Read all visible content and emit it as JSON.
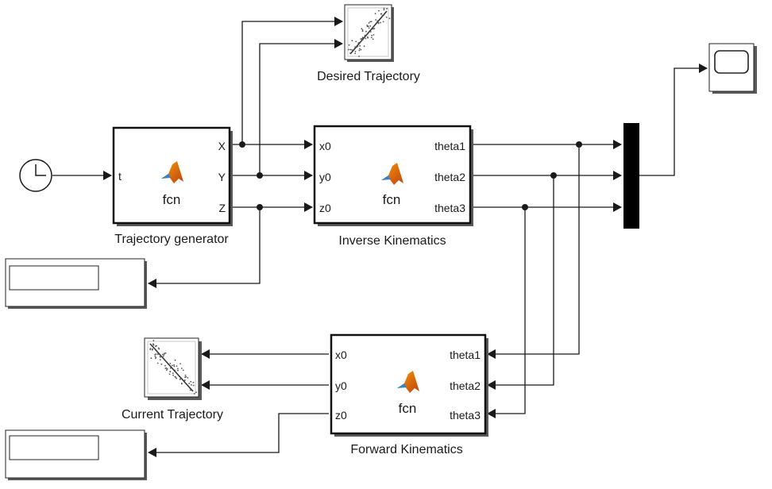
{
  "model": {
    "colors": {
      "matlab_logo_dark": "#c2410c",
      "matlab_logo_light": "#f59e0b",
      "wire": "#1a1a1a"
    },
    "clock": {
      "icon": "clock-icon"
    },
    "trajectory_generator": {
      "caption": "Trajectory generator",
      "function_label": "fcn",
      "input_port": "t",
      "output_ports": [
        "X",
        "Y",
        "Z"
      ]
    },
    "inverse_kinematics": {
      "caption": "Inverse Kinematics",
      "function_label": "fcn",
      "input_ports": [
        "x0",
        "y0",
        "z0"
      ],
      "output_ports": [
        "theta1",
        "theta2",
        "theta3"
      ]
    },
    "forward_kinematics": {
      "caption": "Forward Kinematics",
      "function_label": "fcn",
      "input_ports": [
        "theta1",
        "theta2",
        "theta3"
      ],
      "output_ports": [
        "x0",
        "y0",
        "z0"
      ]
    },
    "desired_trajectory": {
      "caption": "Desired Trajectory",
      "icon": "xy-graph-icon"
    },
    "current_trajectory": {
      "caption": "Current Trajectory",
      "icon": "xy-graph-icon"
    },
    "scope": {
      "icon": "scope-icon"
    },
    "mux": {
      "icon": "mux-bar"
    }
  }
}
